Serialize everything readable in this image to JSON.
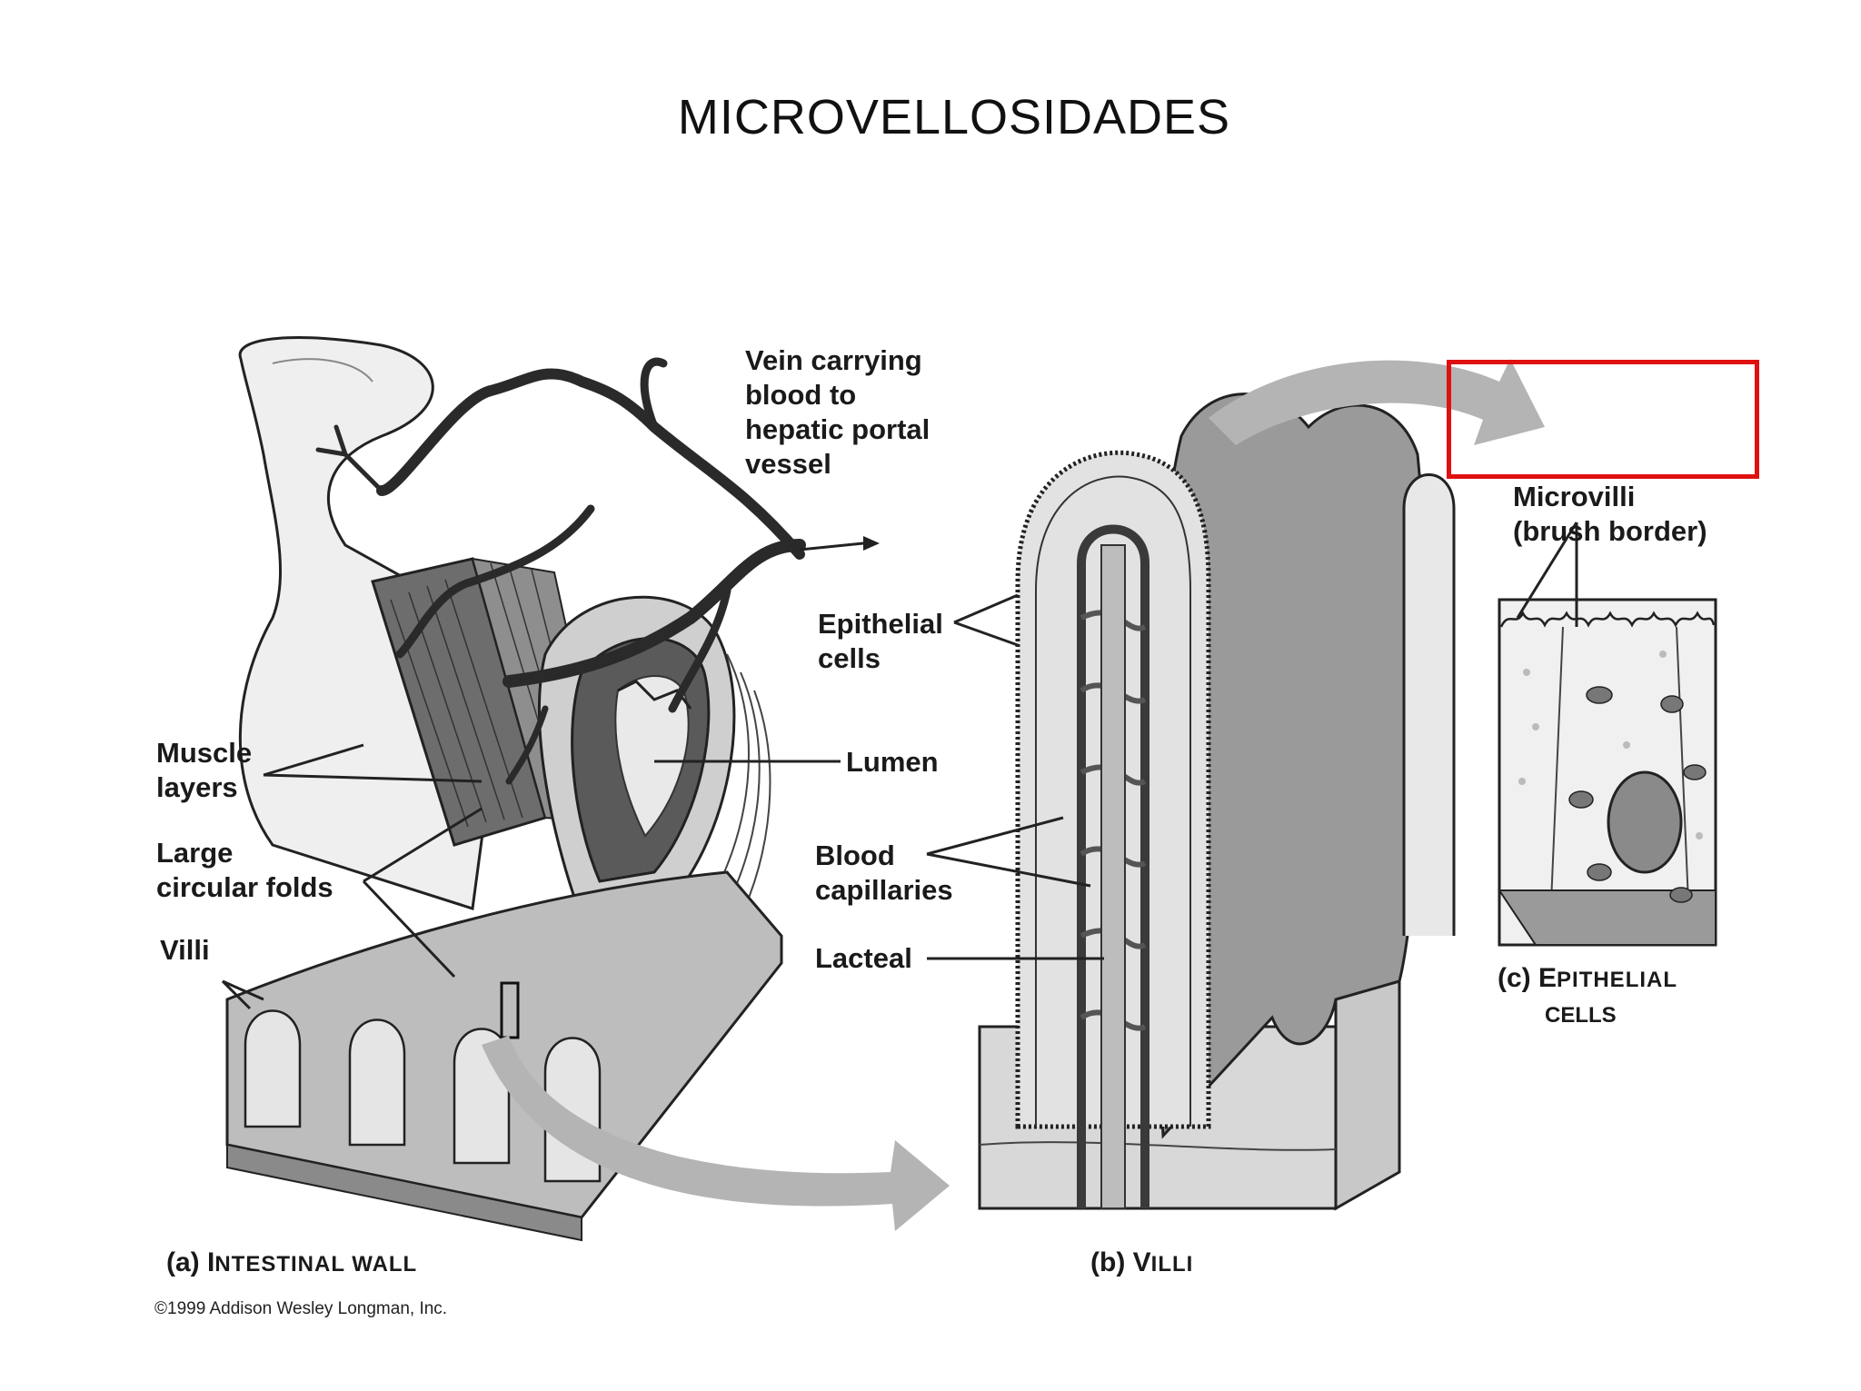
{
  "title": "MICROVELLOSIDADES",
  "labels": {
    "vein": "Vein carrying\nblood to\nhepatic portal\nvessel",
    "epithelial_cells": "Epithelial\ncells",
    "lumen": "Lumen",
    "muscle_layers": "Muscle\nlayers",
    "large_circular_folds": "Large\ncircular folds",
    "villi": "Villi",
    "blood_capillaries": "Blood\ncapillaries",
    "lacteal": "Lacteal",
    "microvilli": "Microvilli\n(brush border)"
  },
  "captions": {
    "a_prefix": "(a) I",
    "a_rest": "NTESTINAL WALL",
    "b_prefix": "(b) V",
    "b_rest": "ILLI",
    "c_prefix": "(c) E",
    "c_rest": "PITHELIAL",
    "c_line2": "CELLS"
  },
  "copyright": "©1999 Addison Wesley Longman, Inc.",
  "colors": {
    "highlight_box": "#e01010",
    "arrow_gray": "#b4b4b4",
    "tissue_gray": "#9a9a9a",
    "vessel_dark": "#2a2a2a"
  }
}
